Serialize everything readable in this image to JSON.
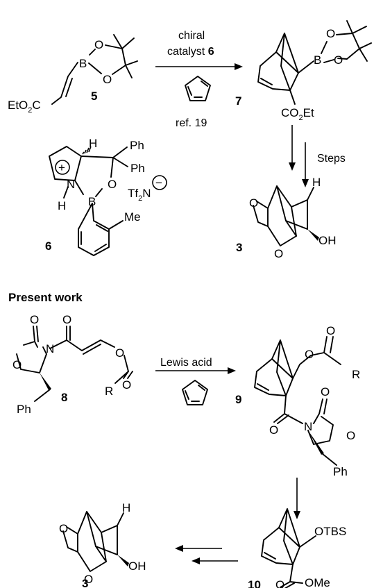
{
  "top_scheme": {
    "reagent_line1": "chiral",
    "reagent_line2": "catalyst",
    "catalyst_number": "6",
    "reference": "ref. 19",
    "steps_label": "Steps",
    "compound_5": "5",
    "compound_6": "6",
    "compound_7": "7",
    "compound_3": "3",
    "ester_left": "EtO",
    "ester_left_sub": "2",
    "ester_left_tail": "C",
    "ester_right": "CO",
    "ester_right_sub": "2",
    "ester_right_tail": "Et",
    "catalyst_counterion": "Tf",
    "catalyst_counterion_sub": "2",
    "catalyst_counterion_tail": "N",
    "catalyst_ph": "Ph",
    "catalyst_me": "Me",
    "atom_H": "H",
    "atom_O": "O",
    "atom_N": "N",
    "atom_B": "B",
    "atom_OH": "OH",
    "plus_sign": "+",
    "minus_sign": "−"
  },
  "bottom_scheme": {
    "heading": "Present work",
    "reagent": "Lewis acid",
    "compound_8": "8",
    "compound_9": "9",
    "compound_10": "10",
    "compound_3": "3",
    "group_R": "R",
    "group_Ph": "Ph",
    "group_OTBS": "OTBS",
    "group_OMe": "OMe",
    "atom_O": "O",
    "atom_N": "N",
    "atom_H": "H",
    "atom_OH": "OH"
  }
}
